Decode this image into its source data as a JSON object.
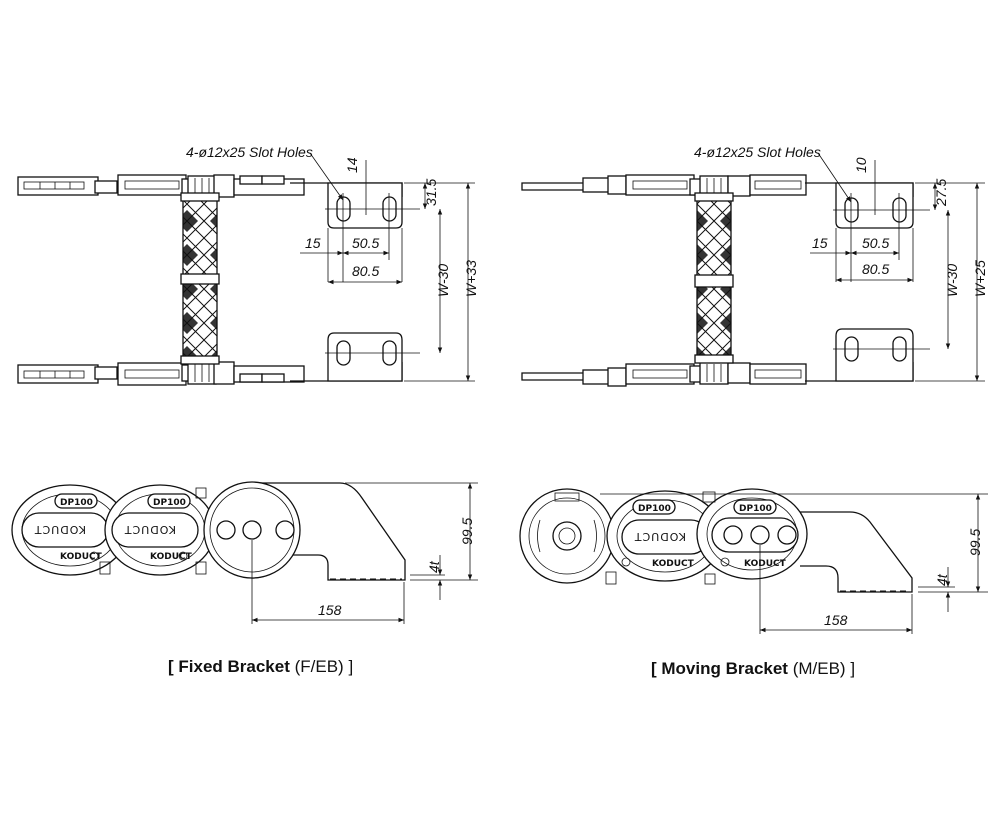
{
  "fixed": {
    "callout": "4-ø12x25 Slot Holes",
    "dim_14": "14",
    "dim_31_5": "31.5",
    "dim_15": "15",
    "dim_50_5": "50.5",
    "dim_80_5": "80.5",
    "dim_w30": "W-30",
    "dim_w33": "W+33",
    "dim_99_5": "99.5",
    "dim_4t": "4t",
    "dim_158": "158",
    "caption_bold": "[ Fixed Bracket",
    "caption_thin": " (F/EB) ]"
  },
  "moving": {
    "callout": "4-ø12x25 Slot Holes",
    "dim_10": "10",
    "dim_27_5": "27.5",
    "dim_15": "15",
    "dim_50_5": "50.5",
    "dim_80_5": "80.5",
    "dim_w30": "W-30",
    "dim_w25": "W+25",
    "dim_99_5": "99.5",
    "dim_4t": "4t",
    "dim_158": "158",
    "caption_bold": "[ Moving Bracket",
    "caption_thin": " (M/EB) ]"
  },
  "labels": {
    "brand": "KODUCT",
    "model": "DP100"
  }
}
